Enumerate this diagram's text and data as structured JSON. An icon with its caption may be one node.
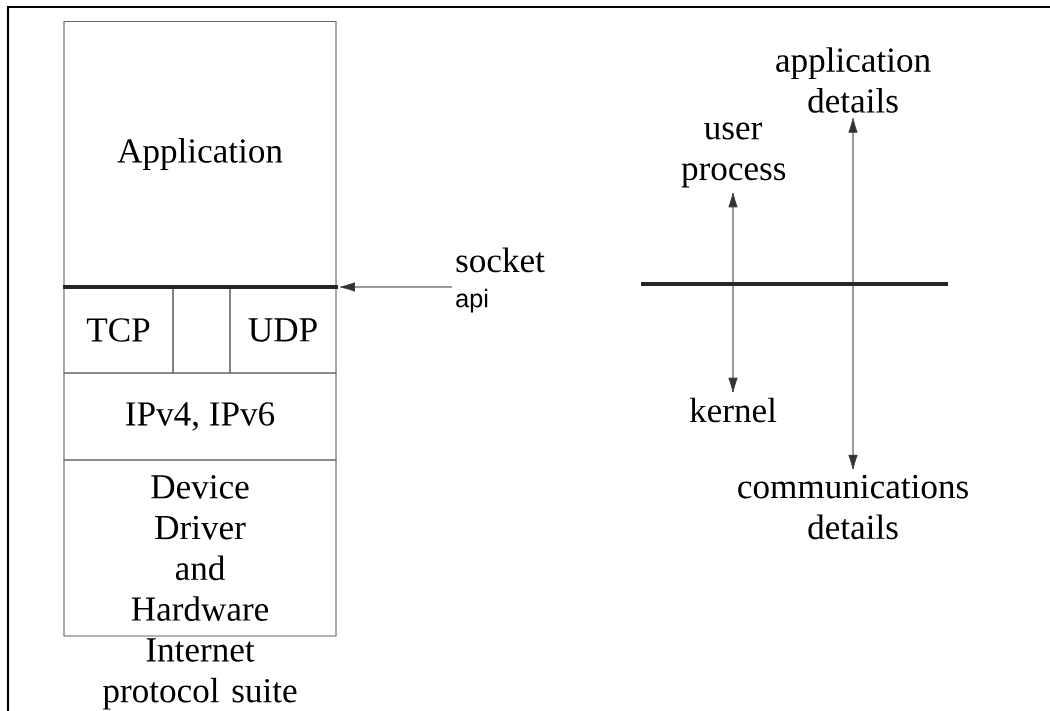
{
  "diagram": {
    "nodes": [
      {
        "text": [
          "Application"
        ]
      },
      {
        "text": [
          "TCP"
        ]
      },
      {
        "text": [],
        "shape": "box"
      },
      {
        "text": [
          "UDP"
        ]
      },
      {
        "text": [
          "IPv4, IPv6"
        ]
      },
      {
        "text": [
          "Device Driver and Hardware"
        ]
      },
      {
        "text": [
          "socket",
          "api"
        ]
      },
      {
        "text": [
          "application details"
        ]
      },
      {
        "text": [
          "user process"
        ]
      },
      {
        "text": [
          "kernel"
        ]
      },
      {
        "text": [
          "communications details"
        ]
      },
      {
        "text": [],
        "shape": "bar"
      }
    ],
    "edges": [
      {
        "from": 6,
        "to": 11,
        "arrow": "to"
      },
      {
        "from": 8,
        "to": 9,
        "arrow": "both"
      },
      {
        "from": 7,
        "to": 10,
        "arrow": "both"
      }
    ],
    "labels": [
      "Internet protocol suite"
    ]
  }
}
